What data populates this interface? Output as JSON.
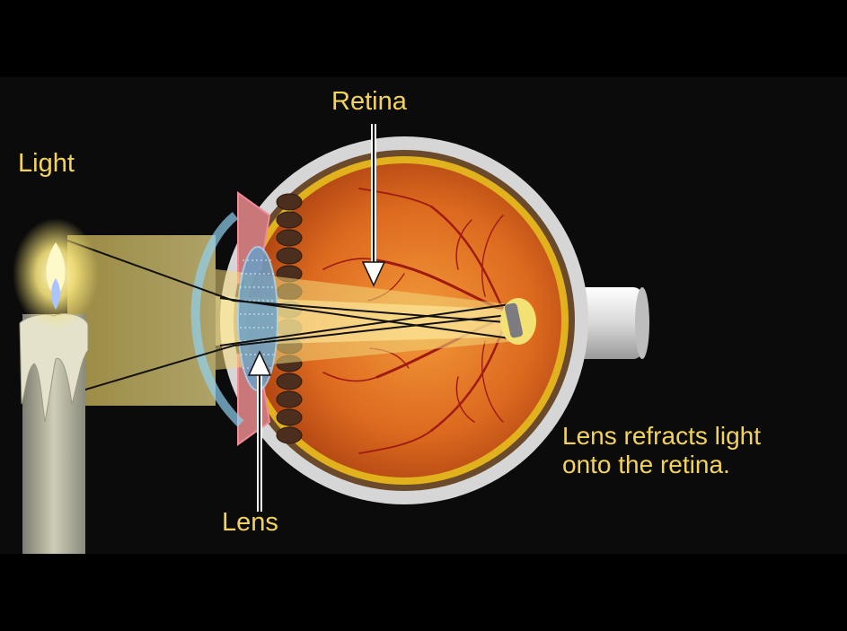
{
  "labels": {
    "light": "Light",
    "retina": "Retina",
    "lens": "Lens",
    "caption_line1": "Lens refracts light",
    "caption_line2": "onto the retina."
  },
  "colors": {
    "label_text": "#f3d35a",
    "background": "#0b0b0b",
    "eye_interior": "#d8661e",
    "sclera": "#dcdcdc",
    "light_beam": "#d9c46a",
    "blood_vessels": "#a11a12"
  }
}
